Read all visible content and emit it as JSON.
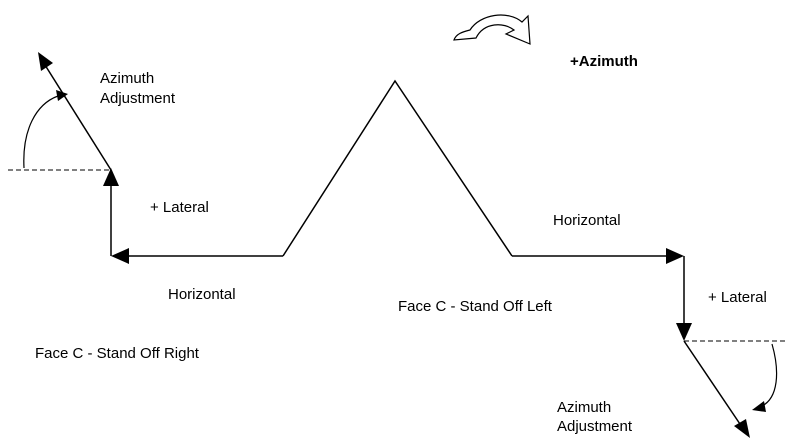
{
  "diagram": {
    "rotation_label": "+Azimuth",
    "left": {
      "azimuth_line1": "Azimuth",
      "azimuth_line2": "Adjustment",
      "lateral_label": "+ Lateral",
      "horizontal_label": "Horizontal",
      "caption": "Face C - Stand Off Right"
    },
    "right": {
      "azimuth_line1": "Azimuth",
      "azimuth_line2": "Adjustment",
      "lateral_label": "+ Lateral",
      "horizontal_label": "Horizontal",
      "caption": "Face C - Stand Off Left"
    }
  },
  "colors": {
    "line": "#000000",
    "background": "#ffffff"
  }
}
